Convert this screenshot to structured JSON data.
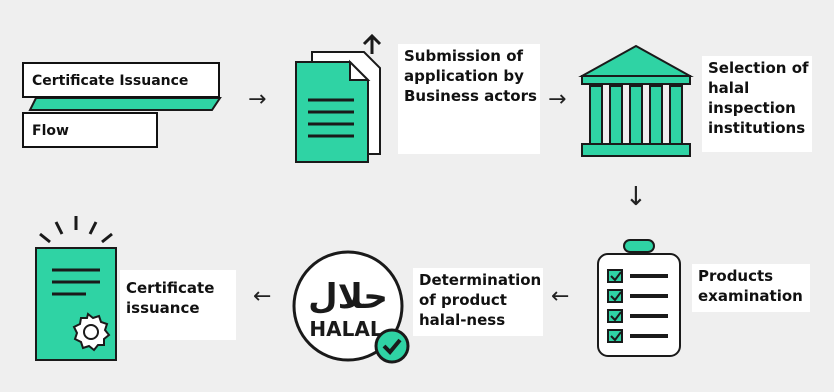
{
  "diagram": {
    "title_line1": "Certificate Issuance",
    "title_line2": "Flow",
    "steps": [
      {
        "label_lines": [
          "Submission of",
          "application by",
          "Business actors"
        ]
      },
      {
        "label_lines": [
          "Selection of",
          "halal",
          "inspection",
          "institutions"
        ]
      },
      {
        "label_lines": [
          "Products",
          "examination"
        ]
      },
      {
        "label_lines": [
          "Determination",
          "of product",
          "halal-ness"
        ]
      },
      {
        "label_lines": [
          "Certificate",
          "issuance"
        ]
      }
    ],
    "halal_logo_text": "HALAL",
    "halal_arabic": "حلال",
    "arrows": {
      "right": "→",
      "down": "↓",
      "left": "←"
    },
    "colors": {
      "accent": "#2fd3a4",
      "stroke": "#1a1a1a",
      "background": "#efefef"
    }
  }
}
